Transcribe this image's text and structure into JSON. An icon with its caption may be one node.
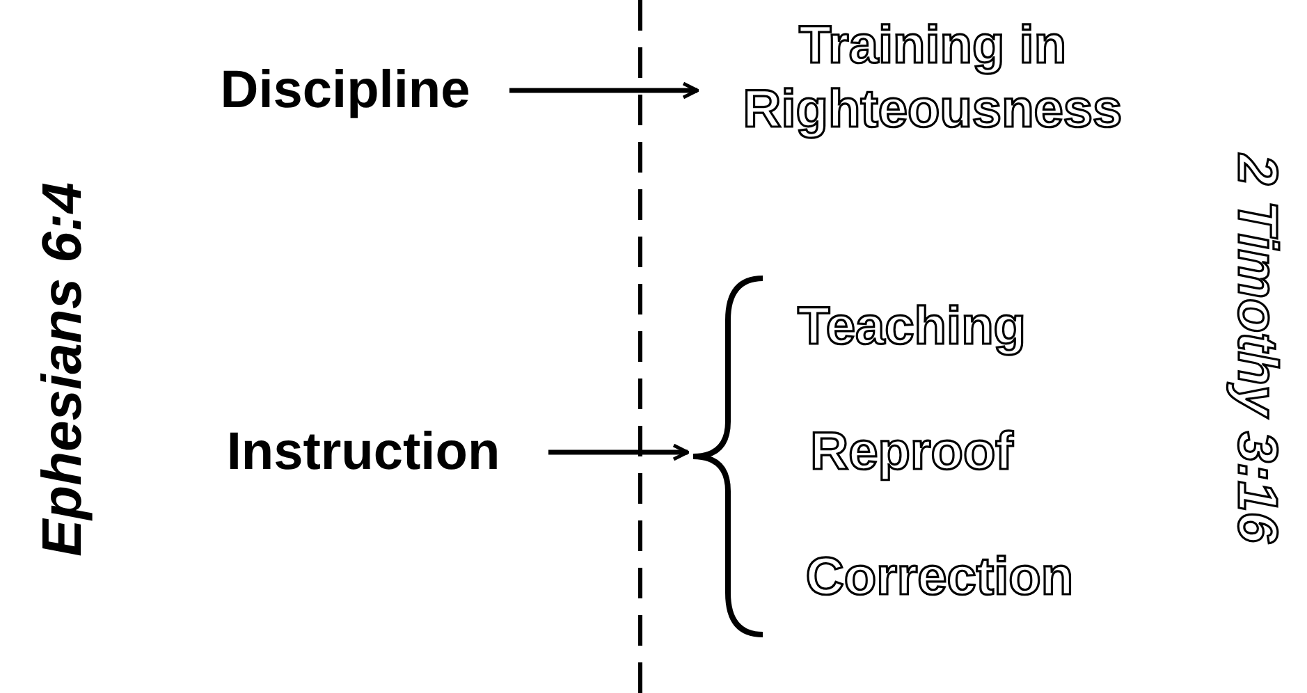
{
  "diagram": {
    "nodes": [
      {
        "text": [
          "Discipline"
        ]
      },
      {
        "text": [
          "Training in Righteousness"
        ]
      },
      {
        "text": [
          "Instruction"
        ]
      },
      {
        "text": [],
        "shape": "brace"
      },
      {
        "text": [
          "Teaching"
        ]
      },
      {
        "text": [
          "Reproof"
        ]
      },
      {
        "text": [
          "Correction"
        ]
      }
    ],
    "edges": [
      {
        "from": 0,
        "to": 1,
        "arrow": "to"
      },
      {
        "from": 2,
        "to": 3,
        "arrow": "to"
      }
    ],
    "labels": [
      "Ephesians 6:4",
      "2 Timothy 3:16"
    ]
  }
}
